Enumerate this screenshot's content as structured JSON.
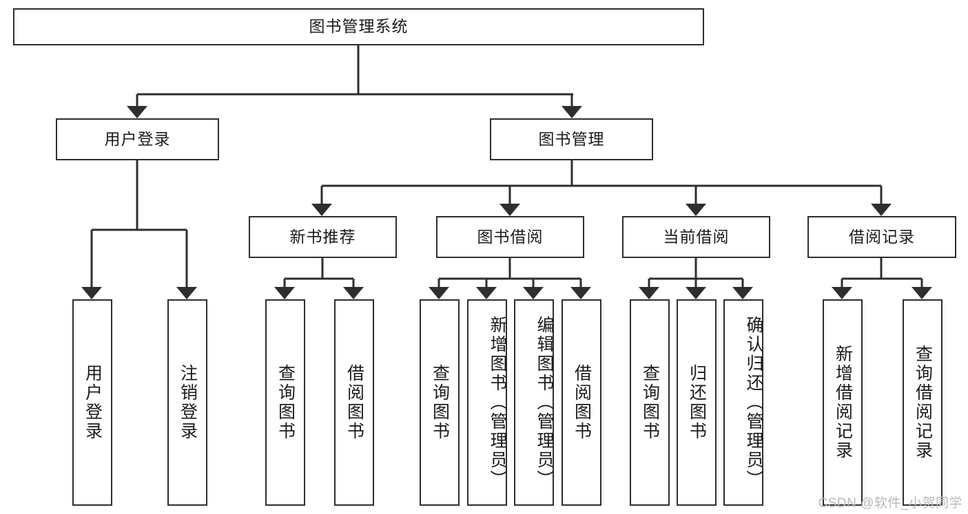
{
  "diagram": {
    "title": "图书管理系统",
    "type": "hierarchy-tree",
    "colors": {
      "border": "#2e2e2e",
      "background": "#ffffff",
      "text": "#1b1b1b",
      "watermark": "#b9b9b9"
    },
    "root": {
      "label": "图书管理系统"
    },
    "level2": [
      {
        "id": "user-login",
        "label": "用户登录"
      },
      {
        "id": "book-manage",
        "label": "图书管理"
      }
    ],
    "level3": [
      {
        "id": "new-book-recommend",
        "label": "新书推荐",
        "parent": "book-manage"
      },
      {
        "id": "book-borrow",
        "label": "图书借阅",
        "parent": "book-manage"
      },
      {
        "id": "current-borrow",
        "label": "当前借阅",
        "parent": "book-manage"
      },
      {
        "id": "borrow-record",
        "label": "借阅记录",
        "parent": "book-manage"
      }
    ],
    "leaves": [
      {
        "id": "leaf-user-login",
        "label": "用户登录",
        "parent": "user-login"
      },
      {
        "id": "leaf-logout-login",
        "label": "注销登录",
        "parent": "user-login"
      },
      {
        "id": "leaf-query-book-1",
        "label": "查询图书",
        "parent": "new-book-recommend"
      },
      {
        "id": "leaf-borrow-book-1",
        "label": "借阅图书",
        "parent": "new-book-recommend"
      },
      {
        "id": "leaf-query-book-2",
        "label": "查询图书",
        "parent": "book-borrow"
      },
      {
        "id": "leaf-add-book",
        "label": "新增图书（管理员）",
        "parent": "book-borrow"
      },
      {
        "id": "leaf-edit-book",
        "label": "编辑图书（管理员）",
        "parent": "book-borrow"
      },
      {
        "id": "leaf-borrow-book-2",
        "label": "借阅图书",
        "parent": "book-borrow"
      },
      {
        "id": "leaf-query-book-3",
        "label": "查询图书",
        "parent": "current-borrow"
      },
      {
        "id": "leaf-return-book",
        "label": "归还图书",
        "parent": "current-borrow"
      },
      {
        "id": "leaf-confirm-return",
        "label": "确认归还（管理员）",
        "parent": "current-borrow"
      },
      {
        "id": "leaf-add-record",
        "label": "新增借阅记录",
        "parent": "borrow-record"
      },
      {
        "id": "leaf-query-record",
        "label": "查询借阅记录",
        "parent": "borrow-record"
      }
    ],
    "watermark": "CSDN @软件_小贺同学"
  }
}
